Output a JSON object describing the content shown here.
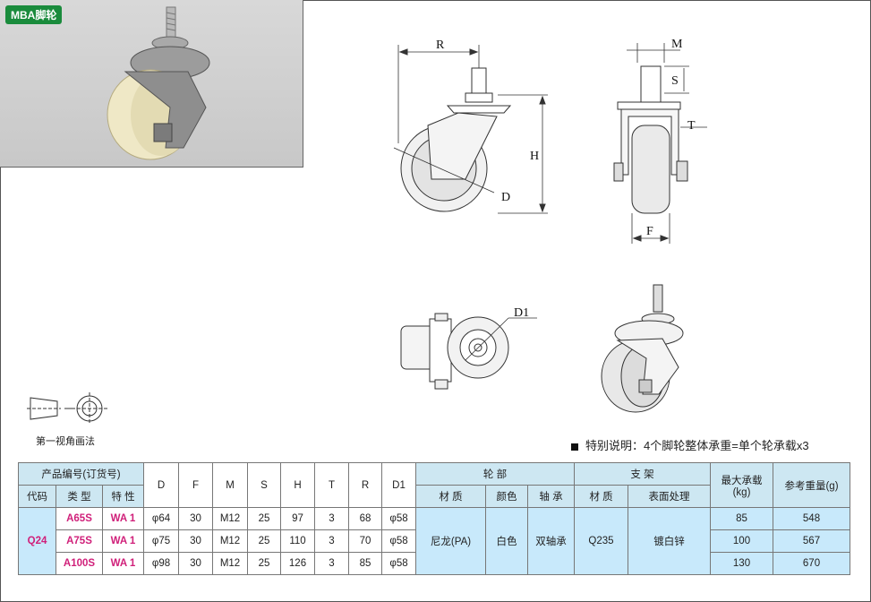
{
  "badge": "MBA脚轮",
  "dimension_labels": {
    "R": "R",
    "D": "D",
    "H": "H",
    "M": "M",
    "S": "S",
    "T": "T",
    "F": "F",
    "D1": "D1"
  },
  "first_angle_label": "第一视角画法",
  "note": "特别说明：4个脚轮整体承重=单个轮承载x3",
  "table": {
    "h_product": "产品编号(订货号)",
    "h_code": "代码",
    "h_type": "类 型",
    "h_feature": "特 性",
    "h_D": "D",
    "h_F": "F",
    "h_M": "M",
    "h_S": "S",
    "h_H": "H",
    "h_T": "T",
    "h_R": "R",
    "h_D1": "D1",
    "h_wheel": "轮 部",
    "h_wheel_material": "材 质",
    "h_wheel_color": "颜色",
    "h_wheel_bearing": "轴 承",
    "h_bracket": "支 架",
    "h_bracket_material": "材 质",
    "h_surface": "表面处理",
    "h_maxload_1": "最大承载",
    "h_maxload_2": "(kg)",
    "h_weight": "参考重量(g)",
    "code": "Q24",
    "wheel_material": "尼龙(PA)",
    "wheel_color": "白色",
    "bearing": "双轴承",
    "bracket_material": "Q235",
    "surface": "镀白锌",
    "rows": [
      {
        "type": "A65S",
        "feature": "WA 1",
        "D": "φ64",
        "F": "30",
        "M": "M12",
        "S": "25",
        "H": "97",
        "T": "3",
        "R": "68",
        "D1": "φ58",
        "load": "85",
        "weight": "548"
      },
      {
        "type": "A75S",
        "feature": "WA 1",
        "D": "φ75",
        "F": "30",
        "M": "M12",
        "S": "25",
        "H": "110",
        "T": "3",
        "R": "70",
        "D1": "φ58",
        "load": "100",
        "weight": "567"
      },
      {
        "type": "A100S",
        "feature": "WA 1",
        "D": "φ98",
        "F": "30",
        "M": "M12",
        "S": "25",
        "H": "126",
        "T": "3",
        "R": "85",
        "D1": "φ58",
        "load": "130",
        "weight": "670"
      }
    ]
  }
}
